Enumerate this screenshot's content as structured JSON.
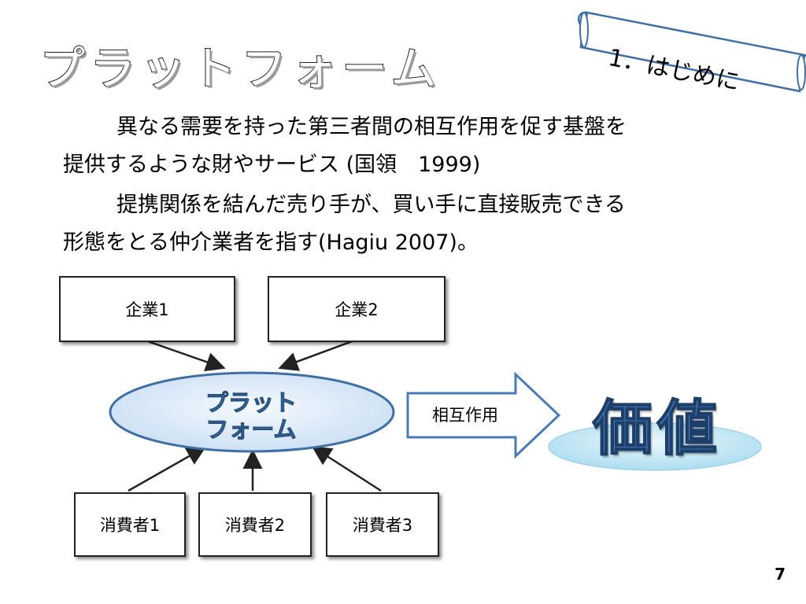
{
  "slide": {
    "title": "プラットフォーム",
    "section_banner": "1．はじめに",
    "paragraph1_line1": "異なる需要を持った第三者間の相互作用を促す基盤を",
    "paragraph1_line2": "提供するような財やサービス (国領　1999)",
    "paragraph2_line1": "提携関係を結んだ売り手が、買い手に直接販売できる",
    "paragraph2_line2": "形態をとる仲介業者を指す(Hagiu 2007)。",
    "page_number": "7"
  },
  "diagram": {
    "companies": [
      "企業1",
      "企業2"
    ],
    "platform_line1": "プラット",
    "platform_line2": "フォーム",
    "consumers": [
      "消費者1",
      "消費者2",
      "消費者3"
    ],
    "interaction": "相互作用",
    "value": "価値"
  },
  "colors": {
    "platform_fill": "#dcebf8",
    "platform_border": "#3f6fa3",
    "arrow_fill": "#ffffff",
    "arrow_border": "#4a7bb7",
    "value_text": "#4a84c4",
    "value_ellipse": "#bfe4f4"
  }
}
